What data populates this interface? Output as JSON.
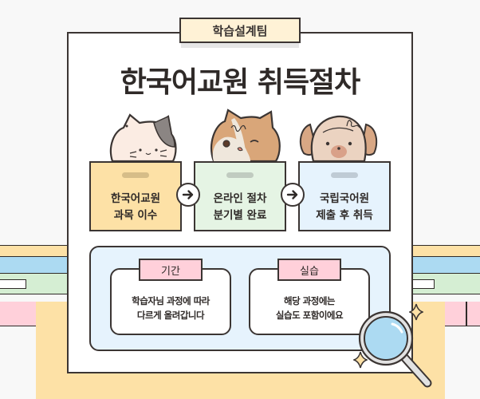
{
  "header": {
    "team_tag": "학습설계팀",
    "title": "한국어교원 취득절차"
  },
  "steps": [
    {
      "line1": "한국어교원",
      "line2": "과목 이수",
      "bg": "#fde1a6",
      "pill": "#d6bd88",
      "character": "calico-cat"
    },
    {
      "line1": "온라인 절차",
      "line2": "분기별 완료",
      "bg": "#e5f4e4",
      "pill": "#c0cbc0",
      "character": "brown-cat-winking"
    },
    {
      "line1": "국립국어원",
      "line2": "제출 후 취득",
      "bg": "#e6f3fd",
      "pill": "#bfcbd5",
      "character": "puppy"
    }
  ],
  "step_arrow_icon": "arrow-right-circle-icon",
  "info": [
    {
      "tag": "기간",
      "line1": "학습자님 과정에 따라",
      "line2": "다르게 올려갑니다"
    },
    {
      "tag": "실습",
      "line1": "해당 과정에는",
      "line2": "실습도 포함이에요"
    }
  ],
  "colors": {
    "outline": "#3b3533",
    "yellow": "#fde1a6",
    "blue": "#acdaf2",
    "green": "#d5eed3",
    "pink": "#ffd0da",
    "panel": "#e6f3fd"
  }
}
